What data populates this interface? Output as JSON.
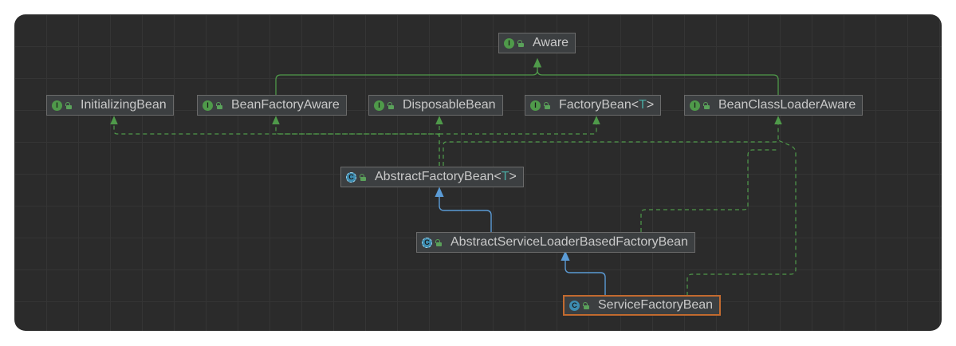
{
  "nodes": {
    "aware": {
      "label": "Aware",
      "kind": "I"
    },
    "initializing_bean": {
      "label": "InitializingBean",
      "kind": "I"
    },
    "bean_factory_aware": {
      "label": "BeanFactoryAware",
      "kind": "I"
    },
    "disposable_bean": {
      "label": "DisposableBean",
      "kind": "I"
    },
    "factory_bean": {
      "label": "FactoryBean<",
      "type_param": "T",
      "suffix": ">",
      "kind": "I"
    },
    "bean_class_loader_aware": {
      "label": "BeanClassLoaderAware",
      "kind": "I"
    },
    "abstract_factory_bean": {
      "label": "AbstractFactoryBean<",
      "type_param": "T",
      "suffix": ">",
      "kind": "C"
    },
    "abstract_service_loader_based_factory_bean": {
      "label": "AbstractServiceLoaderBasedFactoryBean",
      "kind": "C"
    },
    "service_factory_bean": {
      "label": "ServiceFactoryBean",
      "kind": "C"
    }
  },
  "colors": {
    "extends_edge": "#5b9bd5",
    "implements_edge": "#4f9a4a",
    "selected_border": "#c26a2f",
    "interface_badge": "#4f9a4a",
    "class_badge": "#3d8cb0"
  }
}
